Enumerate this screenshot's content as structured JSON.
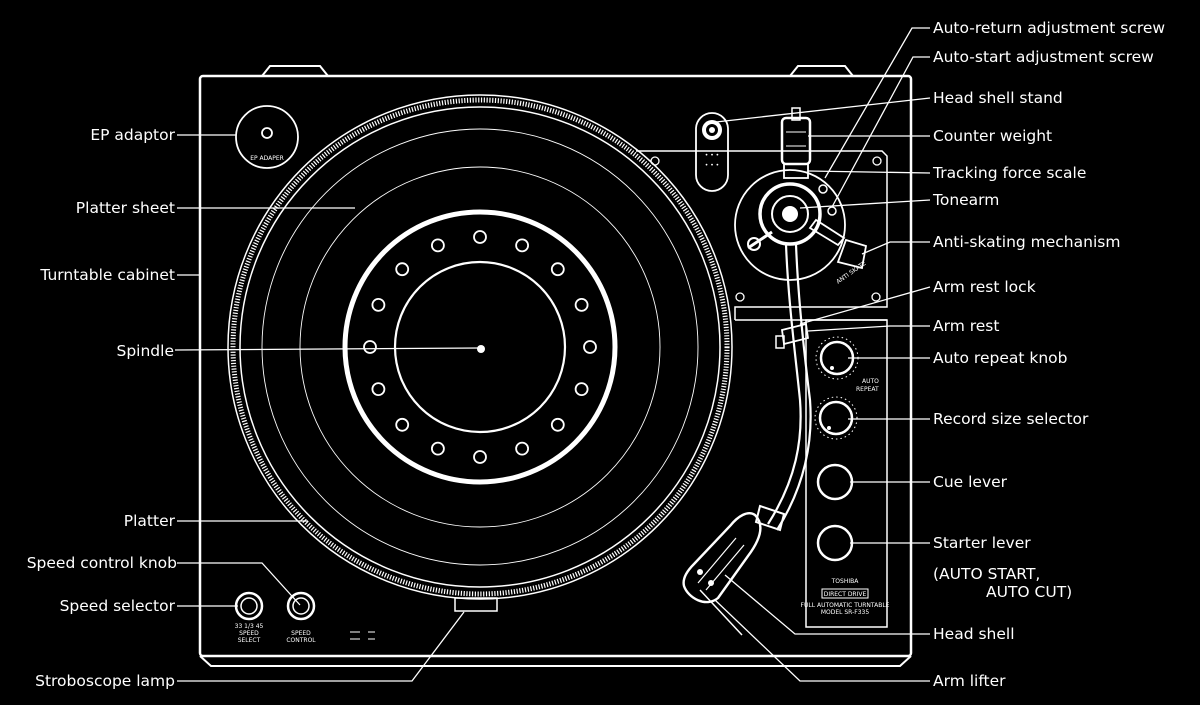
{
  "labels": {
    "ep_adaptor": "EP adaptor",
    "platter_sheet": "Platter  sheet",
    "turntable_cabinet": "Turntable cabinet",
    "spindle": "Spindle",
    "platter": "Platter",
    "speed_control_knob": "Speed control knob",
    "speed_selector": "Speed selector",
    "stroboscope_lamp": "Stroboscope lamp",
    "auto_return_screw": "Auto-return adjustment screw",
    "auto_start_screw": "Auto-start adjustment screw",
    "head_shell_stand": "Head shell stand",
    "counter_weight": "Counter weight",
    "tracking_force_scale": "Tracking force scale",
    "tonearm": "Tonearm",
    "anti_skating": "Anti-skating mechanism",
    "arm_rest_lock": "Arm rest lock",
    "arm_rest": "Arm rest",
    "auto_repeat_knob": "Auto repeat knob",
    "record_size_selector": "Record size selector",
    "cue_lever": "Cue lever",
    "starter_lever": "Starter lever",
    "starter_note_1": "(AUTO START,",
    "starter_note_2": "AUTO CUT)",
    "head_shell": "Head shell",
    "arm_lifter": "Arm  lifter"
  },
  "panel": {
    "ep_adapter_marking": "EP ADAPER",
    "anti_skate_marking": "ANTI SKATE",
    "auto_repeat_marking_1": "AUTO",
    "auto_repeat_marking_2": "REPEAT",
    "brand": "TOSHIBA",
    "direct_drive": "DIRECT DRIVE",
    "model_line_1": "FULL AUTOMATIC TURNTABLE",
    "model_line_2": "MODEL SR-F335",
    "speed_select_marking_1": "33 1/3  45",
    "speed_select_marking_2": "SPEED",
    "speed_select_marking_3": "SELECT",
    "speed_control_marking_1": "SPEED",
    "speed_control_marking_2": "CONTROL"
  }
}
